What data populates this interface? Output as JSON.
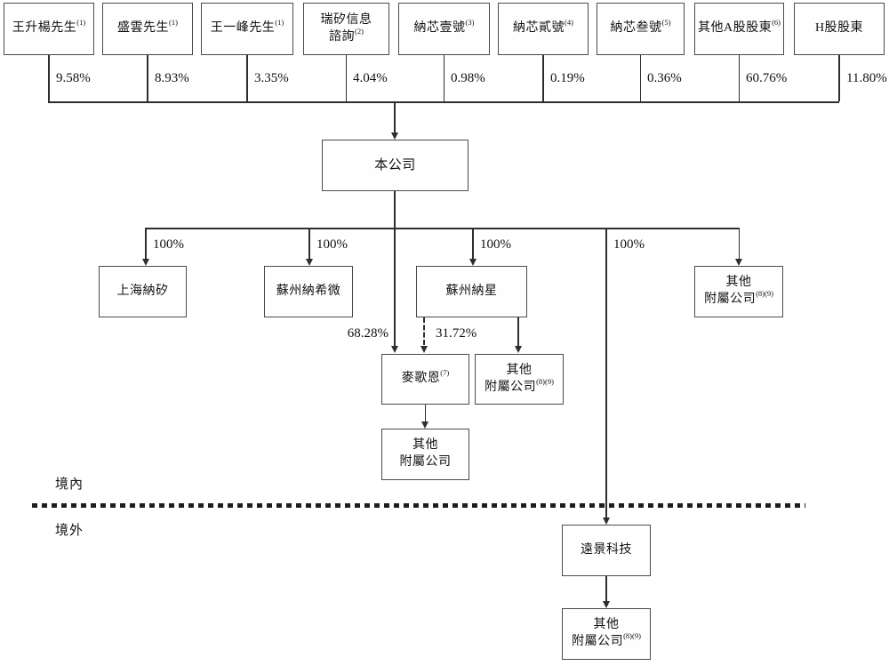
{
  "top_row": [
    {
      "name": "王升楊先生",
      "note": "(1)",
      "percent": "9.58%"
    },
    {
      "name": "盛雲先生",
      "note": "(1)",
      "percent": "8.93%"
    },
    {
      "name": "王一峰先生",
      "note": "(1)",
      "percent": "3.35%"
    },
    {
      "name": "瑞矽信息",
      "name2": "諮詢",
      "note": "(2)",
      "percent": "4.04%"
    },
    {
      "name": "納芯壹號",
      "note": "(3)",
      "percent": "0.98%"
    },
    {
      "name": "納芯貳號",
      "note": "(4)",
      "percent": "0.19%"
    },
    {
      "name": "納芯叁號",
      "note": "(5)",
      "percent": "0.36%"
    },
    {
      "name": "其他A股股東",
      "note": "(6)",
      "percent": "60.76%"
    },
    {
      "name": "H股股東",
      "percent": "11.80%"
    }
  ],
  "company": {
    "name": "本公司"
  },
  "level2": {
    "branch_percents": [
      "100%",
      "100%",
      "100%",
      "100%"
    ],
    "nodes": [
      {
        "name": "上海納矽"
      },
      {
        "name": "蘇州納希微"
      },
      {
        "name": "蘇州納星"
      },
      {
        "name": "其他",
        "name2": "附屬公司",
        "note": "(8)(9)"
      }
    ]
  },
  "level3": {
    "pct_direct": "68.28%",
    "pct_via_naxing": "31.72%",
    "magtron": {
      "name": "麥歌恩",
      "note": "(7)"
    },
    "other_subsidiary_mid": {
      "name": "其他",
      "name2": "附屬公司",
      "note": "(8)(9)"
    },
    "other_subsidiary_under_magtron": {
      "name": "其他",
      "name2": "附屬公司"
    }
  },
  "offshore_section": {
    "yuanjing": {
      "name": "遠景科技"
    },
    "other_subsidiary_bottom": {
      "name": "其他",
      "name2": "附屬公司",
      "note": "(8)(9)"
    }
  },
  "region": {
    "onshore": "境內",
    "offshore": "境外"
  },
  "colors": {
    "line": "#2e2e2e",
    "border": "#4a4a4a",
    "text": "#111111",
    "background": "#ffffff"
  }
}
